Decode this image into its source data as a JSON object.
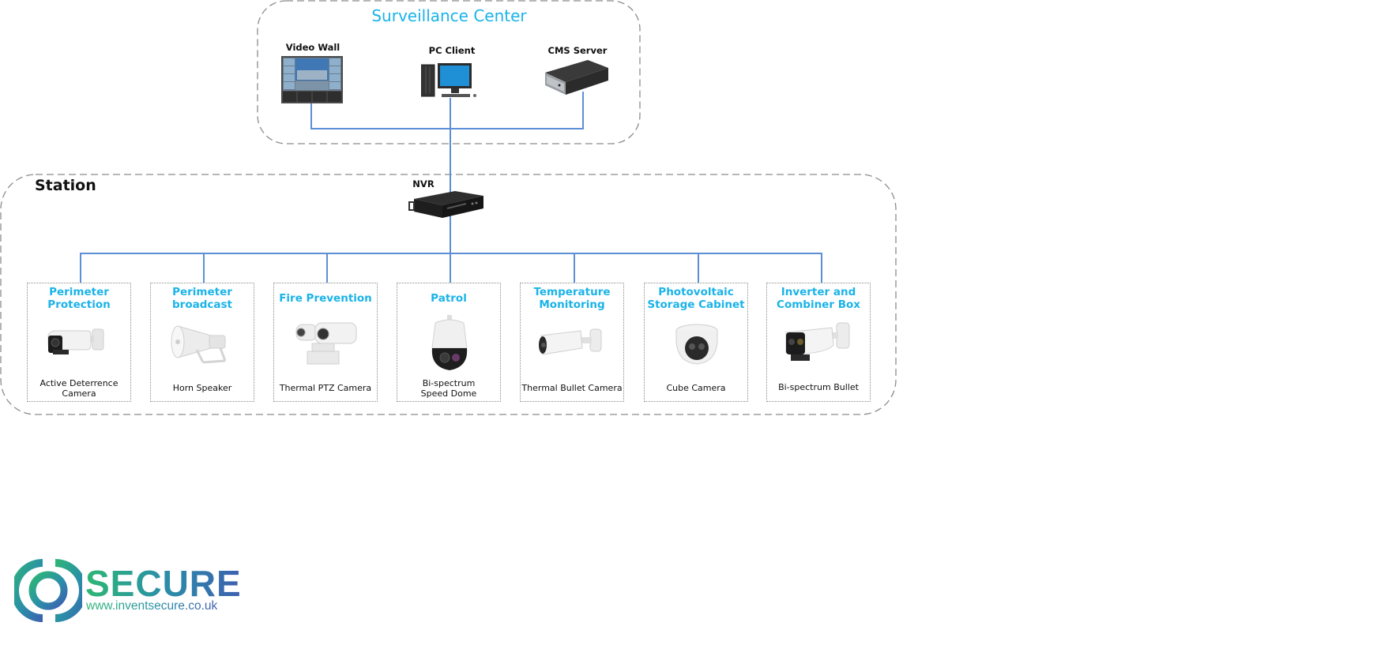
{
  "colors": {
    "accent": "#1ab3e8",
    "link_line": "#5b8fd6",
    "zone_border": "#8c8c8c",
    "card_border": "#8a8a8a",
    "logo_gradient": [
      "#2fb774",
      "#2a8fa8",
      "#3d5fb0"
    ]
  },
  "surveillance_center": {
    "title": "Surveillance Center",
    "devices": [
      {
        "label": "Video Wall",
        "icon": "video-wall-icon"
      },
      {
        "label": "PC Client",
        "icon": "pc-client-icon"
      },
      {
        "label": "CMS Server",
        "icon": "cms-server-icon"
      }
    ]
  },
  "station": {
    "title": "Station",
    "hub": {
      "label": "NVR",
      "icon": "nvr-icon"
    },
    "cards": [
      {
        "title": "Perimeter\nProtection",
        "caption": "Active Deterrence\nCamera",
        "icon": "active-deterrence-camera-icon"
      },
      {
        "title": "Perimeter\nbroadcast",
        "caption": "Horn Speaker",
        "icon": "horn-speaker-icon"
      },
      {
        "title": "Fire Prevention",
        "caption": "Thermal PTZ Camera",
        "icon": "thermal-ptz-camera-icon"
      },
      {
        "title": "Patrol",
        "caption": "Bi-spectrum\nSpeed Dome",
        "icon": "speed-dome-icon"
      },
      {
        "title": "Temperature\nMonitoring",
        "caption": "Thermal Bullet Camera",
        "icon": "thermal-bullet-camera-icon"
      },
      {
        "title": "Photovoltaic\nStorage Cabinet",
        "caption": "Cube Camera",
        "icon": "cube-camera-icon"
      },
      {
        "title": "Inverter and\nCombiner Box",
        "caption": "Bi-spectrum Bullet",
        "icon": "bispectrum-bullet-icon"
      }
    ]
  },
  "logo": {
    "word": "SECURE",
    "url": "www.inventsecure.co.uk"
  }
}
